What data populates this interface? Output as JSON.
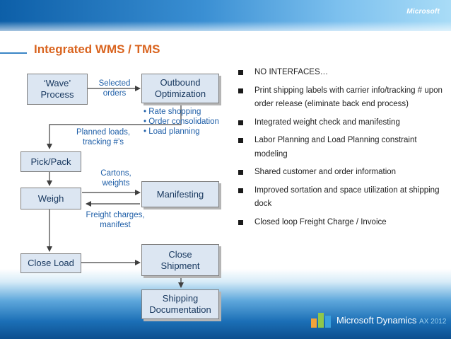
{
  "header": {
    "logo": "Microsoft"
  },
  "title": "Integrated WMS / TMS",
  "diagram": {
    "boxes": {
      "wave": "‘Wave’\nProcess",
      "outbound": "Outbound\nOptimization",
      "pick_pack": "Pick/Pack",
      "weigh": "Weigh",
      "manifesting": "Manifesting",
      "close_load": "Close Load",
      "close_shipment": "Close\nShipment",
      "shipping_doc": "Shipping\nDocumentation"
    },
    "labels": {
      "selected_orders": "Selected\norders",
      "planned_loads": "Planned loads,\ntracking #’s",
      "cartons_weights": "Cartons,\nweights",
      "freight_charges": "Freight charges,\nmanifest"
    },
    "outbound_bullets": [
      "Rate shopping",
      "Order consolidation",
      "Load planning"
    ]
  },
  "bullets": [
    "NO INTERFACES…",
    "Print shipping labels with carrier info/tracking # upon order release (eliminate back end process)",
    "Integrated weight check and manifesting",
    "Labor Planning and Load Planning constraint modeling",
    "Shared customer and order information",
    "Improved sortation and space utilization at shipping dock",
    "Closed loop Freight Charge / Invoice"
  ],
  "footer": {
    "brand": "Microsoft Dynamics",
    "suffix": "AX 2012"
  },
  "colors": {
    "title": "#d9641f",
    "box_fill": "#dce6f2",
    "label": "#1f5fa8",
    "band": "#1b6fb6"
  }
}
